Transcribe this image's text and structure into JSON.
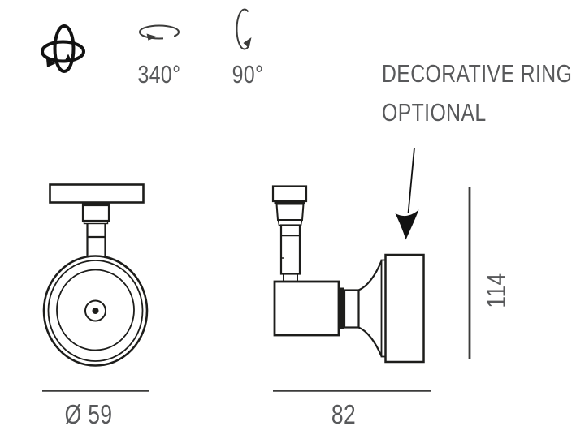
{
  "colors": {
    "background": "#ffffff",
    "line": "#1d1d1b",
    "dim_line": "#3c3c3b",
    "text": "#58595b",
    "icon_black": "#121212"
  },
  "rotation_icons": {
    "gimbal_icon": "3d-swivel-rotation-icon",
    "horizontal": {
      "icon": "horizontal-rotation-icon",
      "label": "340°"
    },
    "vertical": {
      "icon": "vertical-tilt-rotation-icon",
      "label": "90°"
    }
  },
  "annotation": {
    "line1": "DECORATIVE RING",
    "line2": "OPTIONAL"
  },
  "dimensions": {
    "front_diameter": "Ø 59",
    "side_width": "82",
    "side_height": "114"
  }
}
